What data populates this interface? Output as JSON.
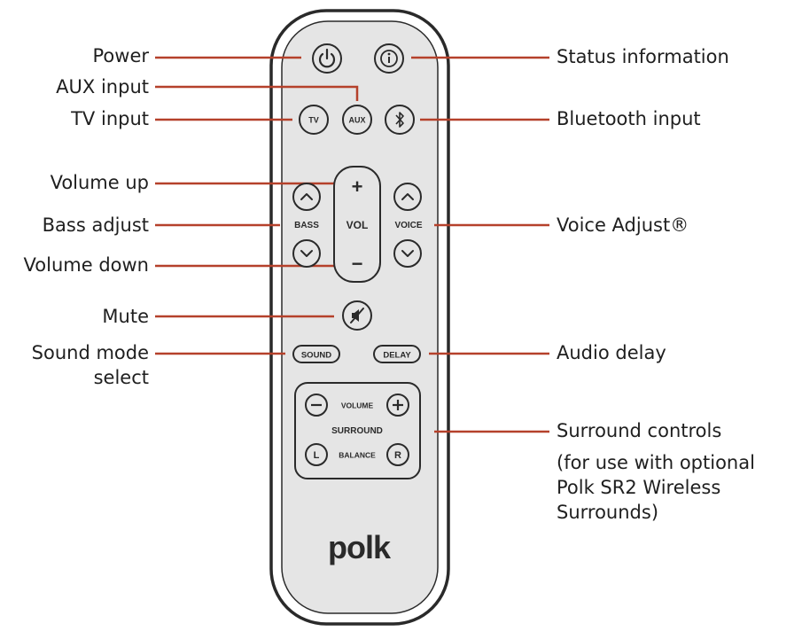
{
  "remote": {
    "brand": "polk",
    "buttons": {
      "tv": "TV",
      "aux": "AUX",
      "bass": "BASS",
      "vol": "VOL",
      "voice": "VOICE",
      "plus": "+",
      "minus": "−",
      "sound": "SOUND",
      "delay": "DELAY",
      "surround_volume": "VOLUME",
      "surround": "SURROUND",
      "balance": "BALANCE",
      "left": "L",
      "right": "R"
    }
  },
  "callouts": {
    "power": "Power",
    "aux_input": "AUX input",
    "tv_input": "TV input",
    "volume_up": "Volume up",
    "bass_adjust": "Bass adjust",
    "volume_down": "Volume down",
    "mute": "Mute",
    "sound_mode_line1": "Sound mode",
    "sound_mode_line2": "select",
    "status_information": "Status information",
    "bluetooth_input": "Bluetooth input",
    "voice_adjust": "Voice Adjust®",
    "audio_delay": "Audio delay",
    "surround_controls": "Surround controls",
    "surround_note_line1": "(for use with optional",
    "surround_note_line2": "Polk SR2 Wireless",
    "surround_note_line3": "Surrounds)"
  },
  "colors": {
    "leader_line": "#b5412b",
    "remote_body": "#e5e5e5",
    "remote_outline": "#2a2a2a"
  }
}
